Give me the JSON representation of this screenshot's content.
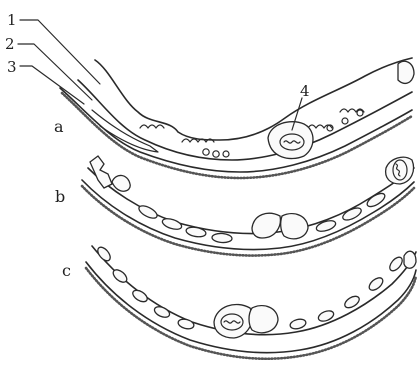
{
  "callouts": [
    "1",
    "2",
    "3",
    "4"
  ],
  "panels": [
    "a",
    "b",
    "c"
  ]
}
